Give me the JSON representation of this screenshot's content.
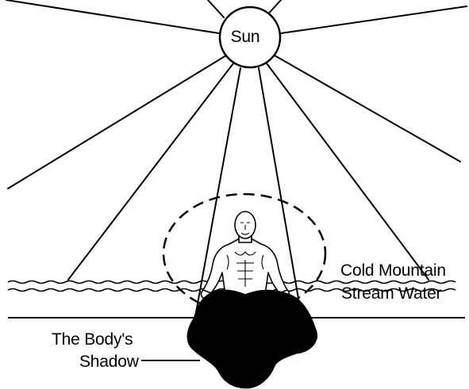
{
  "labels": {
    "sun": "Sun",
    "water_line1": "Cold Mountain",
    "water_line2": "Stream Water",
    "shadow_line1": "The Body's",
    "shadow_line2": "Shadow"
  },
  "colors": {
    "ink": "#000000",
    "background": "#ffffff"
  },
  "icons": {
    "figure": "meditating-man-icon"
  }
}
